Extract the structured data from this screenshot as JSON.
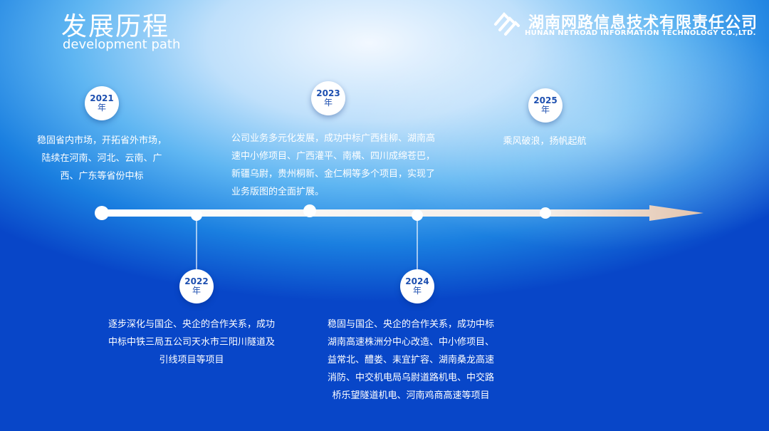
{
  "header": {
    "title": "发展历程",
    "subtitle": "development path",
    "company_cn": "湖南网路信息技术有限责任公司",
    "company_en": "HUNAN NETROAD INFORMATION TECHNOLOGY CO.,LTD."
  },
  "milestones": [
    {
      "year": "2021",
      "unit": "年",
      "text": "稳固省内市场，开拓省外市场，陆续在河南、河北、云南、广西、广东等省份中标"
    },
    {
      "year": "2022",
      "unit": "年",
      "text": "逐步深化与国企、央企的合作关系，成功中标中铁三局五公司天水市三阳川隧道及引线项目等项目"
    },
    {
      "year": "2023",
      "unit": "年",
      "text": "公司业务多元化发展，成功中标广西桂柳、湖南高速中小修项目、广西灌平、南横、四川成绵苍巴，新疆乌尉，贵州桐新、金仁桐等多个项目，实现了业务版图的全面扩展。"
    },
    {
      "year": "2024",
      "unit": "年",
      "text": "稳固与国企、央企的合作关系，成功中标湖南高速株洲分中心改造、中小修项目、益常北、醴娄、耒宜扩容、湖南桑龙高速消防、中交机电局乌尉道路机电、中交路桥乐望隧道机电、河南鸡商高速等项目"
    },
    {
      "year": "2025",
      "unit": "年",
      "text": "乘风破浪，扬帆起航"
    }
  ]
}
